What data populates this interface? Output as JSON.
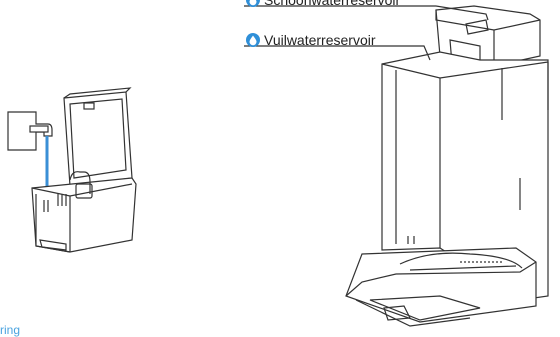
{
  "labels": {
    "clean_reservoir": "Schoonwaterreservoir",
    "dirty_reservoir": "Vuilwaterreservoir"
  },
  "caption": "ring",
  "colors": {
    "accent": "#2f8fd8",
    "water": "#3a8fd6",
    "line": "#333333"
  },
  "icons": [
    "water-drop-icon",
    "water-drop-icon"
  ]
}
